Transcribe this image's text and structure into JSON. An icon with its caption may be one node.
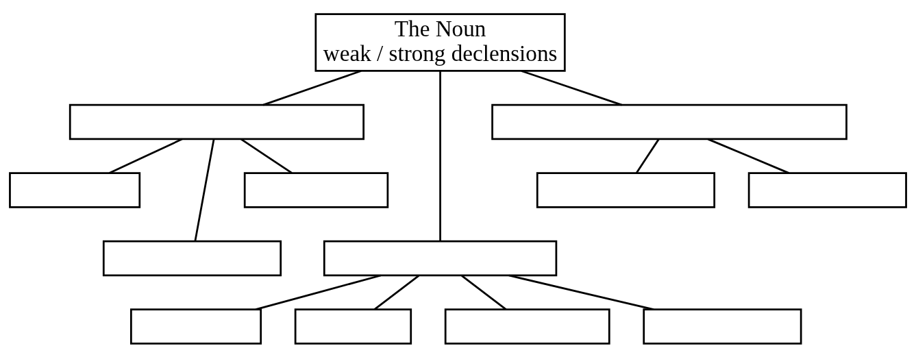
{
  "diagram": {
    "nodes": [
      {
        "text": [
          "The Noun",
          "weak / strong declensions"
        ]
      },
      {
        "text": [],
        "shape": "box"
      },
      {
        "text": [],
        "shape": "box"
      },
      {
        "text": [],
        "shape": "box"
      },
      {
        "text": [],
        "shape": "box"
      },
      {
        "text": [],
        "shape": "box"
      },
      {
        "text": [],
        "shape": "box"
      },
      {
        "text": [],
        "shape": "box"
      },
      {
        "text": [],
        "shape": "box"
      },
      {
        "text": [],
        "shape": "box"
      },
      {
        "text": [],
        "shape": "box"
      },
      {
        "text": [],
        "shape": "box"
      },
      {
        "text": [],
        "shape": "box"
      }
    ],
    "edges": [
      {
        "from": 0,
        "to": 1,
        "arrow": "none"
      },
      {
        "from": 0,
        "to": 8,
        "arrow": "none"
      },
      {
        "from": 0,
        "to": 2,
        "arrow": "none"
      },
      {
        "from": 1,
        "to": 3,
        "arrow": "none"
      },
      {
        "from": 1,
        "to": 7,
        "arrow": "none"
      },
      {
        "from": 1,
        "to": 4,
        "arrow": "none"
      },
      {
        "from": 2,
        "to": 5,
        "arrow": "none"
      },
      {
        "from": 2,
        "to": 6,
        "arrow": "none"
      },
      {
        "from": 8,
        "to": 9,
        "arrow": "none"
      },
      {
        "from": 8,
        "to": 10,
        "arrow": "none"
      },
      {
        "from": 8,
        "to": 11,
        "arrow": "none"
      },
      {
        "from": 8,
        "to": 12,
        "arrow": "none"
      }
    ]
  }
}
